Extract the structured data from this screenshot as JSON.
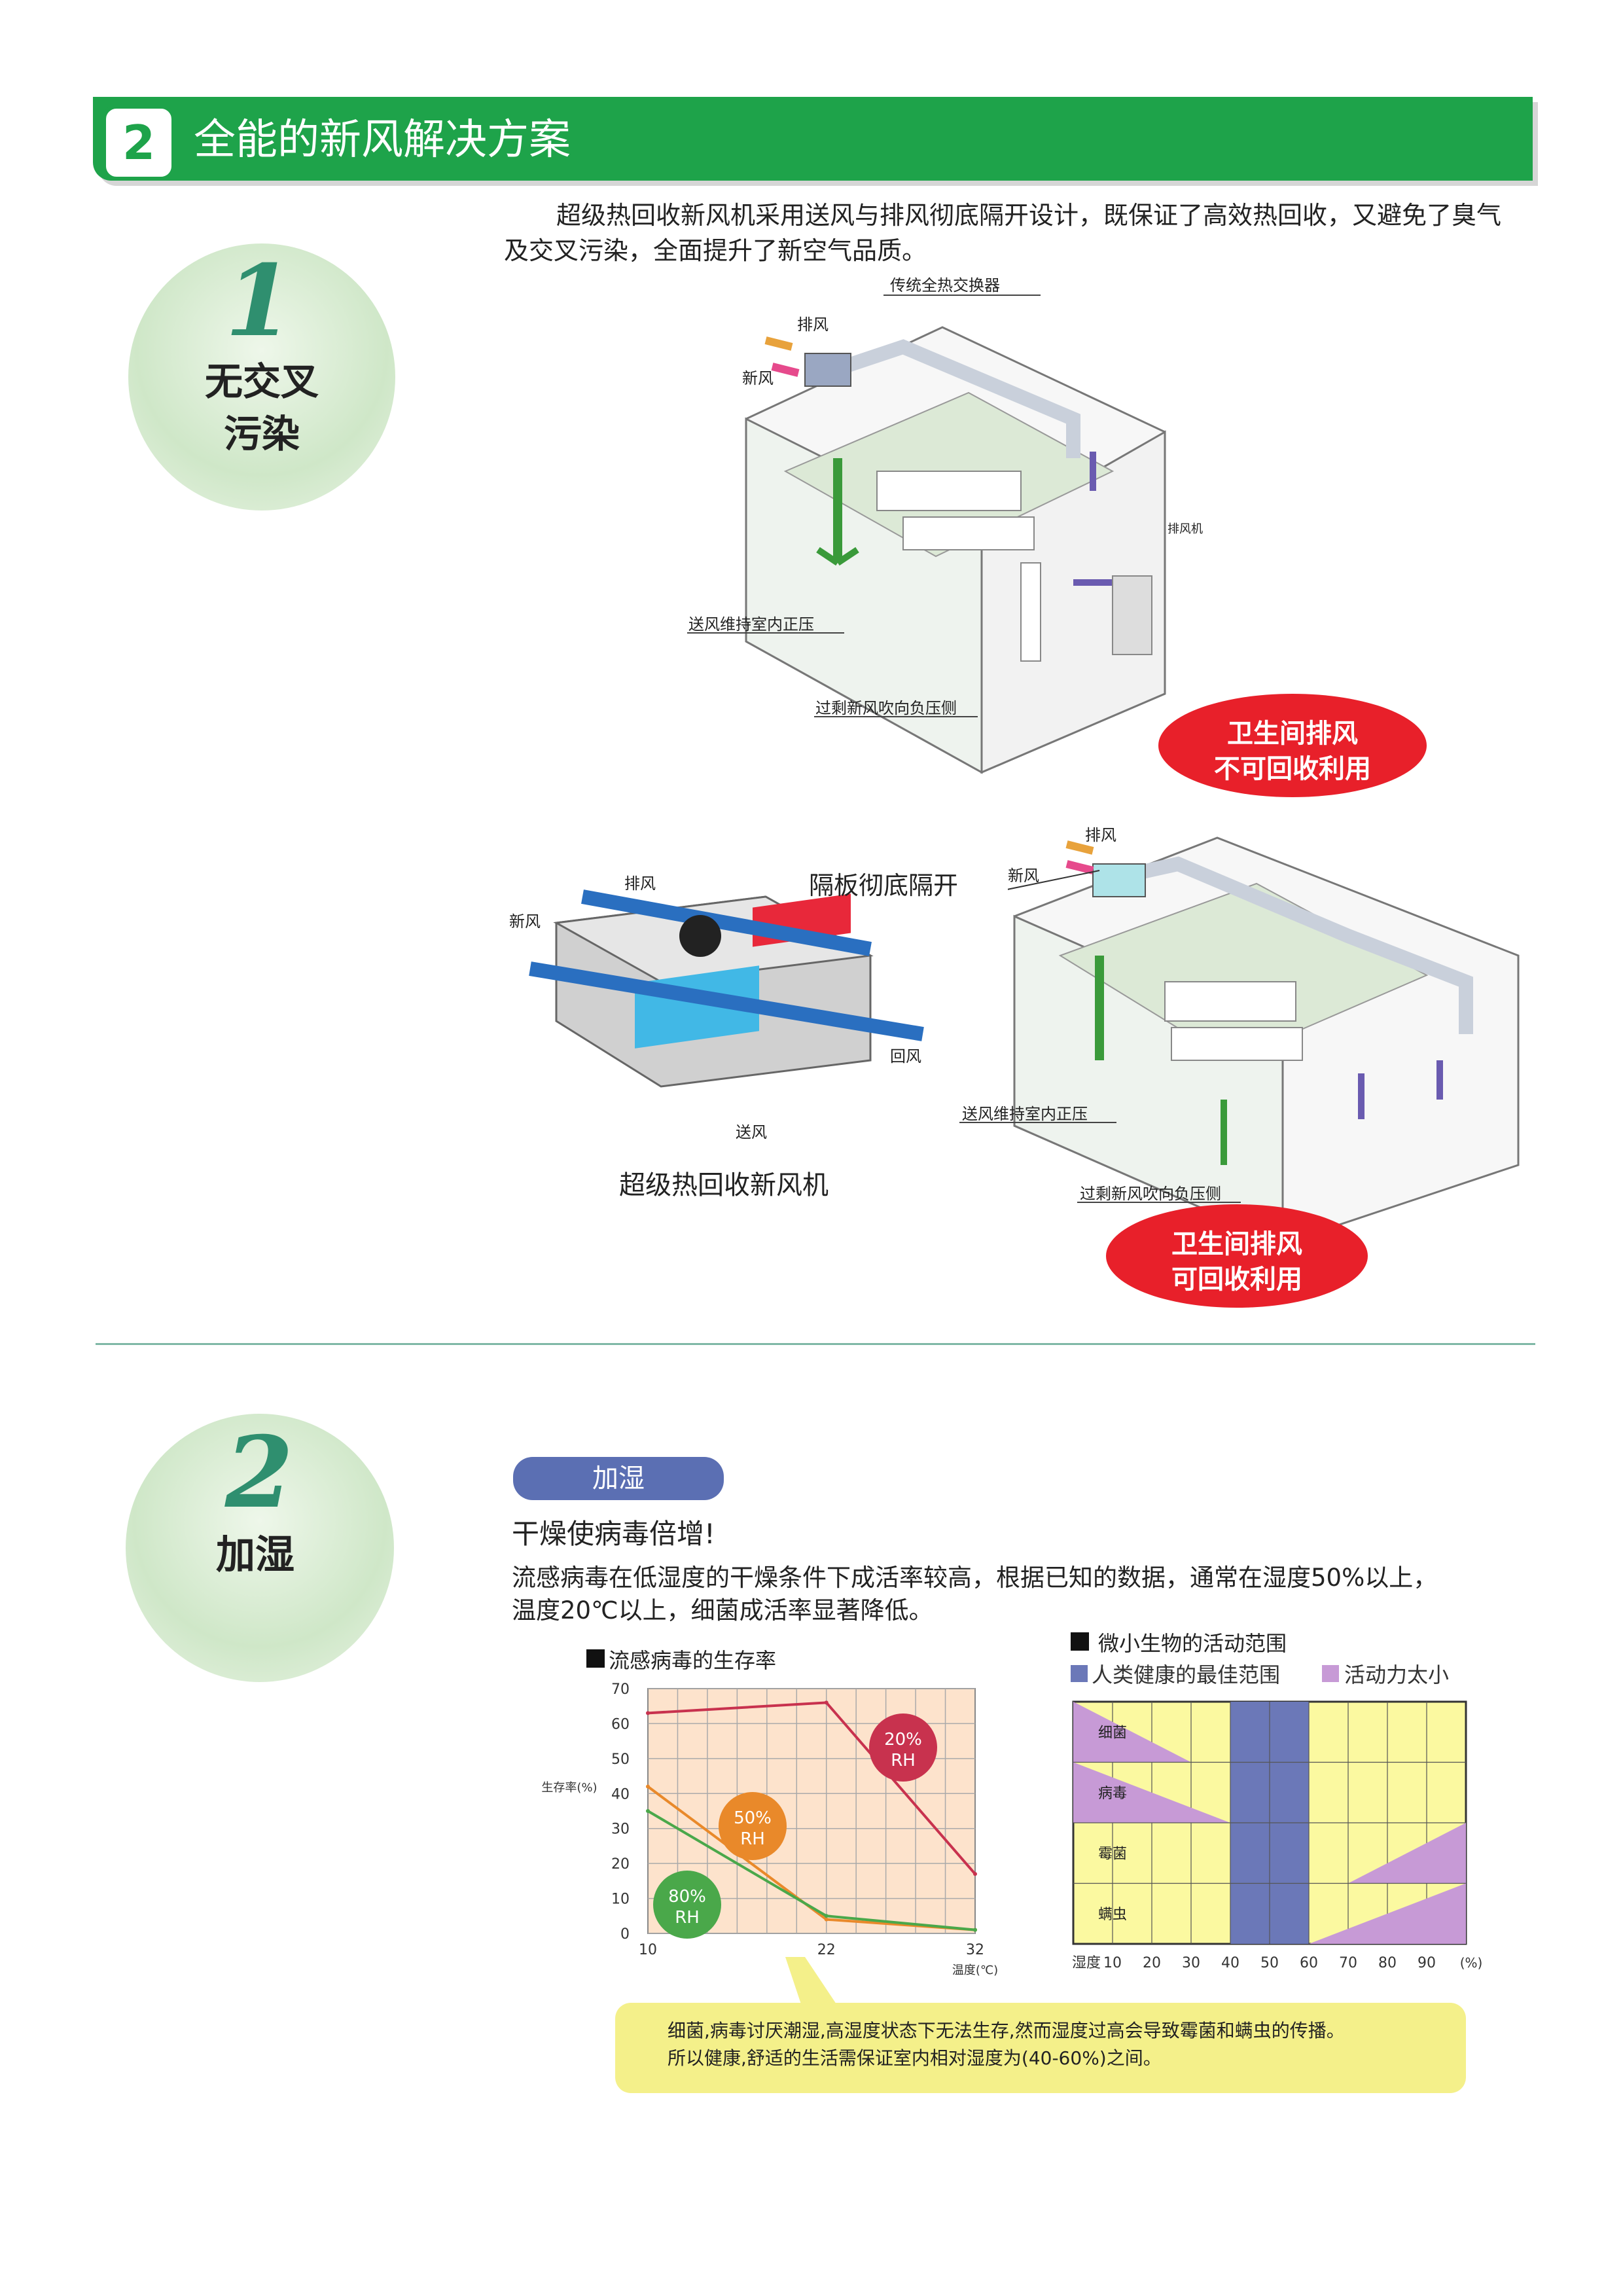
{
  "header": {
    "number": "2",
    "title": "全能的新风解决方案"
  },
  "section1": {
    "number": "1",
    "label_line1": "无交叉",
    "label_line2": "污染",
    "intro": "超级热回收新风机采用送风与排风彻底隔开设计，既保证了高效热回收，又避免了臭气及交叉污染，全面提升了新空气品质。",
    "diagram1": {
      "top_label": "传统全热交换器",
      "exhaust": "排风",
      "fresh": "新风",
      "exhaust_fan": "排风机",
      "positive_pressure": "送风维持室内正压",
      "negative_side": "过剩新风吹向负压侧",
      "callout_line1": "卫生间排风",
      "callout_line2": "不可回收利用"
    },
    "diagram2": {
      "exhaust": "排风",
      "fresh": "新风",
      "partition": "隔板彻底隔开",
      "return_air": "回风",
      "supply": "送风",
      "machine_caption": "超级热回收新风机",
      "exhaust_top": "排风",
      "fresh_top": "新风",
      "positive_pressure": "送风维持室内正压",
      "negative_side": "过剩新风吹向负压侧",
      "callout_line1": "卫生间排风",
      "callout_line2": "可回收利用"
    }
  },
  "section2": {
    "number": "2",
    "label": "加湿",
    "pill": "加湿",
    "headline": "干燥使病毒倍增!",
    "para_line1": "流感病毒在低湿度的干燥条件下成活率较高，根据已知的数据，通常在湿度50%以上，",
    "para_line2": "温度20℃以上，细菌成活率显著降低。",
    "note_line1": "细菌,病毒讨厌潮湿,高湿度状态下无法生存,然而湿度过高会导致霉菌和螨虫的传播。",
    "note_line2": "所以健康,舒适的生活需保证室内相对湿度为(40-60%)之间。"
  },
  "chart_data": [
    {
      "type": "line",
      "title": "流感病毒的生存率",
      "ylabel": "生存率(%)",
      "xlabel": "温度(℃)",
      "x": [
        10,
        22,
        32
      ],
      "xticks": [
        "10",
        "22",
        "32"
      ],
      "ylim": [
        0,
        70
      ],
      "yticks": [
        0,
        10,
        20,
        30,
        40,
        50,
        60,
        70
      ],
      "xlim": [
        10,
        32
      ],
      "grid": true,
      "series": [
        {
          "name": "20% RH",
          "label_top": "20%",
          "label_bottom": "RH",
          "color": "#c8324e",
          "values": [
            63,
            66,
            17
          ]
        },
        {
          "name": "50% RH",
          "label_top": "50%",
          "label_bottom": "RH",
          "color": "#e9892a",
          "values": [
            42,
            4,
            1
          ]
        },
        {
          "name": "80% RH",
          "label_top": "80%",
          "label_bottom": "RH",
          "color": "#4aa84a",
          "values": [
            35,
            5,
            1
          ]
        }
      ]
    },
    {
      "type": "heatmap",
      "title": "微小生物的活动范围",
      "legend": [
        {
          "label": "人类健康的最佳范围",
          "color": "#6b78b8"
        },
        {
          "label": "活动力太小",
          "color": "#c79ad6"
        }
      ],
      "xlabel": "湿度",
      "x_unit": "(%)",
      "xticks": [
        10,
        20,
        30,
        40,
        50,
        60,
        70,
        80,
        90
      ],
      "xlim": [
        0,
        100
      ],
      "optimal_range": [
        40,
        60
      ],
      "rows": [
        {
          "name": "细菌",
          "low_activity": [
            0,
            30
          ]
        },
        {
          "name": "病毒",
          "low_activity": [
            0,
            40
          ]
        },
        {
          "name": "霉菌",
          "low_activity": [
            70,
            100
          ]
        },
        {
          "name": "螨虫",
          "low_activity": [
            60,
            100
          ]
        }
      ]
    }
  ]
}
